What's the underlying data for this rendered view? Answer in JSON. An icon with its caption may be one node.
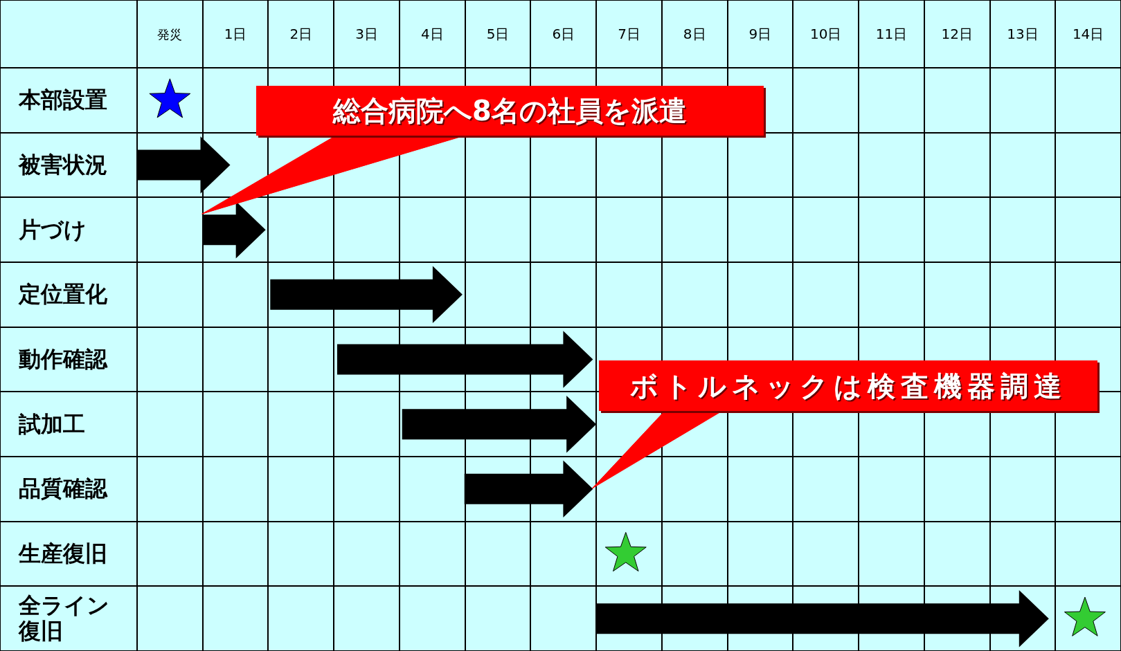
{
  "diagram": {
    "nodes": [
      {
        "text": [],
        "shape": "star"
      },
      {
        "text": [
          "総合病院へ8名の社員を派遣"
        ]
      },
      {
        "text": [],
        "shape": "arrow"
      },
      {
        "text": [],
        "shape": "arrow"
      },
      {
        "text": [],
        "shape": "arrow"
      },
      {
        "text": [],
        "shape": "arrow"
      },
      {
        "text": [
          "ボトルネックは検査機器調達"
        ]
      },
      {
        "text": [],
        "shape": "arrow"
      },
      {
        "text": [],
        "shape": "arrow"
      },
      {
        "text": [],
        "shape": "star"
      },
      {
        "text": [],
        "shape": "arrow"
      },
      {
        "text": [],
        "shape": "star"
      }
    ],
    "edges": [
      {
        "from": 1,
        "to": 3,
        "arrow": "none"
      },
      {
        "from": 6,
        "to": 8,
        "arrow": "none"
      }
    ],
    "labels": [
      "発災",
      "1日",
      "2日",
      "3日",
      "4日",
      "5日",
      "6日",
      "7日",
      "8日",
      "9日",
      "10日",
      "11日",
      "12日",
      "13日",
      "14日",
      "本部設置",
      "被害状況",
      "片づけ",
      "定位置化",
      "動作確認",
      "試加工",
      "品質確認",
      "生産復旧",
      "全ライン復旧"
    ]
  }
}
